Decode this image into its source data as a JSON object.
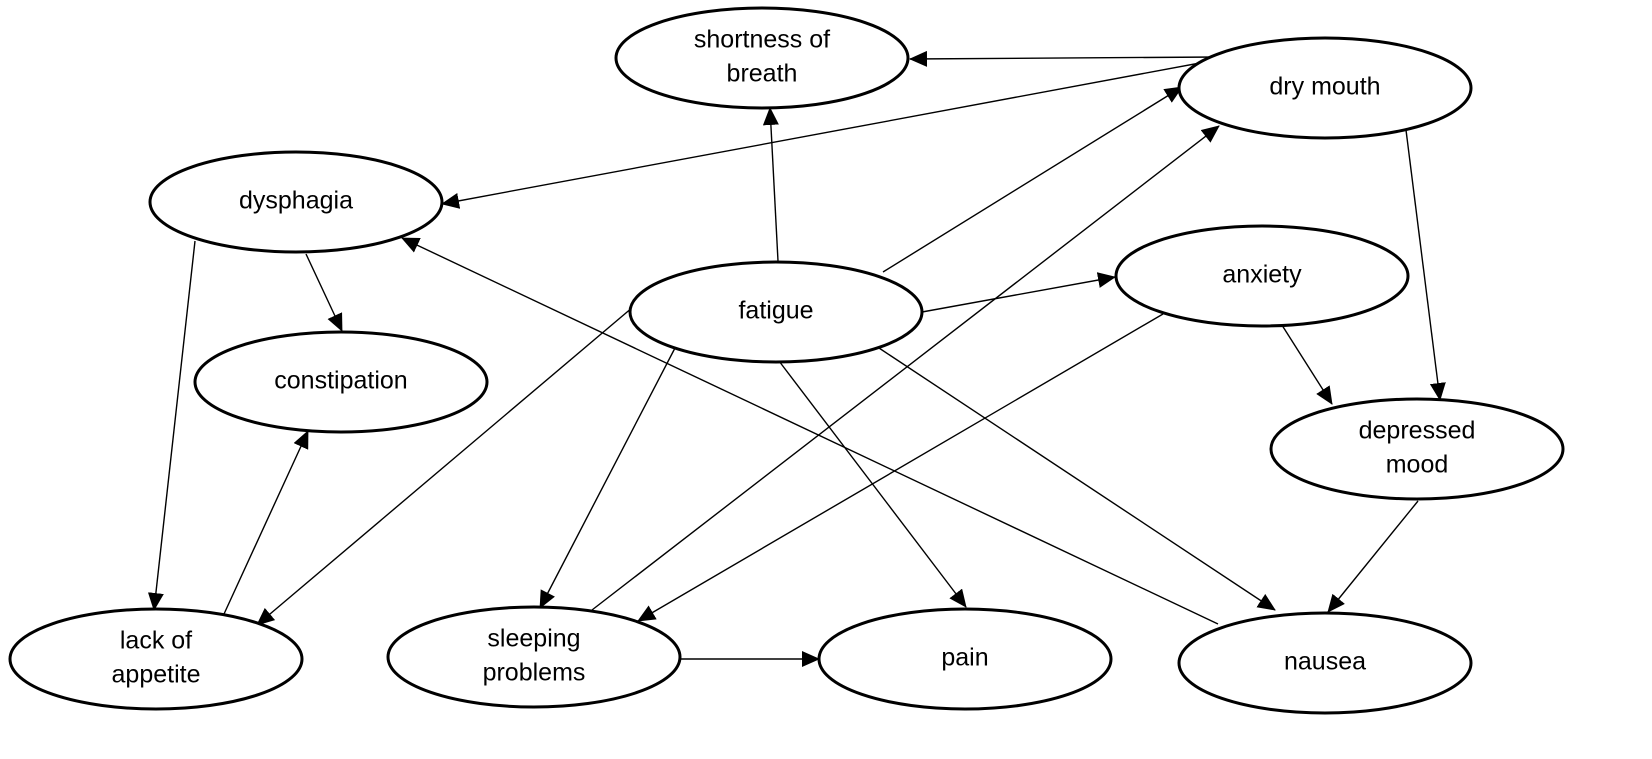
{
  "diagram": {
    "nodes": [
      {
        "id": "shortness_of_breath",
        "lines": [
          "shortness of",
          "breath"
        ]
      },
      {
        "id": "dry_mouth",
        "lines": [
          "dry mouth"
        ]
      },
      {
        "id": "dysphagia",
        "lines": [
          "dysphagia"
        ]
      },
      {
        "id": "fatigue",
        "lines": [
          "fatigue"
        ]
      },
      {
        "id": "anxiety",
        "lines": [
          "anxiety"
        ]
      },
      {
        "id": "constipation",
        "lines": [
          "constipation"
        ]
      },
      {
        "id": "depressed_mood",
        "lines": [
          "depressed",
          "mood"
        ]
      },
      {
        "id": "lack_of_appetite",
        "lines": [
          "lack of",
          "appetite"
        ]
      },
      {
        "id": "sleeping_problems",
        "lines": [
          "sleeping",
          "problems"
        ]
      },
      {
        "id": "pain",
        "lines": [
          "pain"
        ]
      },
      {
        "id": "nausea",
        "lines": [
          "nausea"
        ]
      }
    ],
    "edges": [
      {
        "from": "dry_mouth",
        "to": "shortness_of_breath"
      },
      {
        "from": "dry_mouth",
        "to": "dysphagia"
      },
      {
        "from": "dry_mouth",
        "to": "depressed_mood"
      },
      {
        "from": "fatigue",
        "to": "shortness_of_breath"
      },
      {
        "from": "fatigue",
        "to": "dry_mouth"
      },
      {
        "from": "fatigue",
        "to": "anxiety"
      },
      {
        "from": "fatigue",
        "to": "lack_of_appetite"
      },
      {
        "from": "fatigue",
        "to": "sleeping_problems"
      },
      {
        "from": "fatigue",
        "to": "pain"
      },
      {
        "from": "fatigue",
        "to": "nausea"
      },
      {
        "from": "sleeping_problems",
        "to": "dry_mouth"
      },
      {
        "from": "sleeping_problems",
        "to": "pain"
      },
      {
        "from": "anxiety",
        "to": "sleeping_problems"
      },
      {
        "from": "anxiety",
        "to": "depressed_mood"
      },
      {
        "from": "nausea",
        "to": "dysphagia"
      },
      {
        "from": "dysphagia",
        "to": "lack_of_appetite"
      },
      {
        "from": "dysphagia",
        "to": "constipation"
      },
      {
        "from": "lack_of_appetite",
        "to": "constipation"
      },
      {
        "from": "depressed_mood",
        "to": "nausea"
      }
    ]
  }
}
